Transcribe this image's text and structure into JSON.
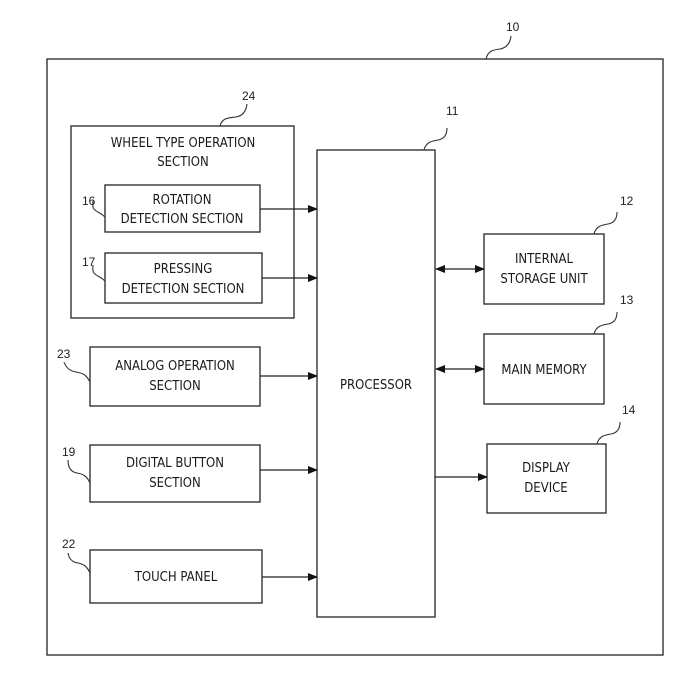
{
  "figure": {
    "outer_ref": "10",
    "blocks": {
      "wheel": {
        "ref": "24",
        "line1": "WHEEL TYPE OPERATION",
        "line2": "SECTION"
      },
      "rotation": {
        "ref": "16",
        "line1": "ROTATION",
        "line2": "DETECTION SECTION"
      },
      "pressing": {
        "ref": "17",
        "line1": "PRESSING",
        "line2": "DETECTION SECTION"
      },
      "analog": {
        "ref": "23",
        "line1": "ANALOG OPERATION",
        "line2": "SECTION"
      },
      "digital": {
        "ref": "19",
        "line1": "DIGITAL BUTTON",
        "line2": "SECTION"
      },
      "touch": {
        "ref": "22",
        "line1": "TOUCH PANEL"
      },
      "processor": {
        "ref": "11",
        "line1": "PROCESSOR"
      },
      "storage": {
        "ref": "12",
        "line1": "INTERNAL",
        "line2": "STORAGE UNIT"
      },
      "memory": {
        "ref": "13",
        "line1": "MAIN MEMORY"
      },
      "display": {
        "ref": "14",
        "line1": "DISPLAY",
        "line2": "DEVICE"
      }
    },
    "connections": [
      {
        "from": "rotation",
        "to": "processor",
        "type": "one-way"
      },
      {
        "from": "pressing",
        "to": "processor",
        "type": "one-way"
      },
      {
        "from": "analog",
        "to": "processor",
        "type": "one-way"
      },
      {
        "from": "digital",
        "to": "processor",
        "type": "one-way"
      },
      {
        "from": "touch",
        "to": "processor",
        "type": "one-way"
      },
      {
        "from": "processor",
        "to": "storage",
        "type": "two-way"
      },
      {
        "from": "processor",
        "to": "memory",
        "type": "two-way"
      },
      {
        "from": "processor",
        "to": "display",
        "type": "one-way"
      }
    ]
  }
}
